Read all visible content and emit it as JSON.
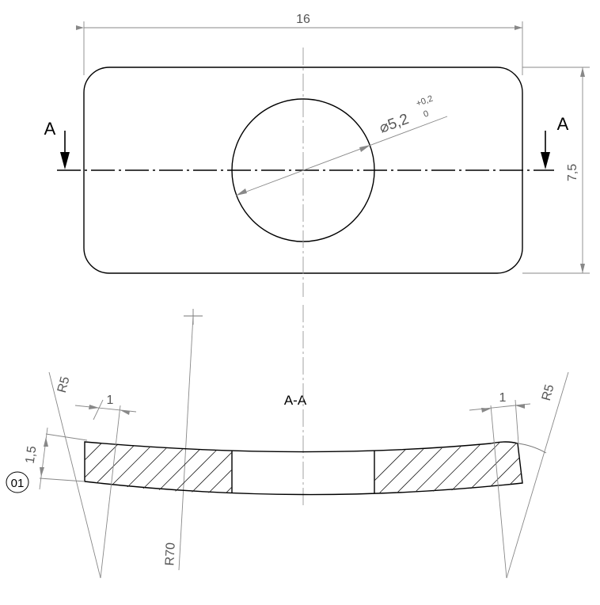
{
  "drawing": {
    "top_view": {
      "width_dim": "16",
      "height_dim": "7,5",
      "hole_dim": "⌀5,2",
      "hole_tol_upper": "+0,2",
      "hole_tol_lower": "0",
      "section_mark_left": "A",
      "section_mark_right": "A"
    },
    "section_view": {
      "title": "A-A",
      "radius_left": "R5",
      "radius_right": "R5",
      "radius_arc": "R70",
      "width_left": "1",
      "width_right": "1",
      "thickness": "1,5",
      "part_number": "01"
    }
  },
  "colors": {
    "outline": "#000000",
    "dimension": "#888888"
  }
}
